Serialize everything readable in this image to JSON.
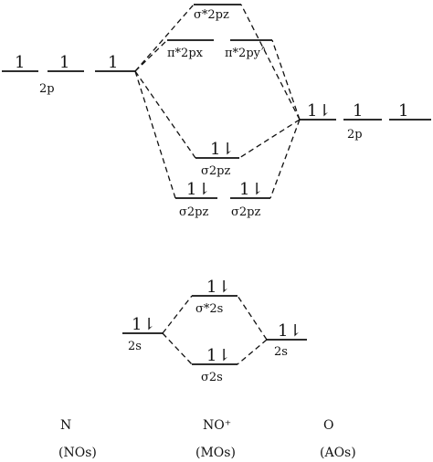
{
  "left_atom": {
    "p_labels": [
      "2p"
    ],
    "p_electrons": [
      "1",
      "1",
      "1"
    ],
    "s_label": "2s",
    "s_electrons": "1⇂"
  },
  "right_atom": {
    "p_label": "2p",
    "p_electrons": [
      "1⇂",
      "1",
      "1"
    ],
    "s_label": "2s",
    "s_electrons": "1⇂"
  },
  "molecular_orbitals": {
    "sigma_star_2pz": {
      "label": "σ*2pz",
      "electrons": ""
    },
    "pi_star_2px": {
      "label": "π*2px",
      "electrons": ""
    },
    "pi_star_2py": {
      "label": "π*2py˄",
      "electrons": ""
    },
    "sigma_2pz": {
      "label": "σ2pz",
      "electrons": "1⇂"
    },
    "pi_2p_left": {
      "label": "σ2pz",
      "electrons": "1⇂"
    },
    "pi_2p_right": {
      "label": "σ2pz",
      "electrons": "1⇂"
    },
    "sigma_star_2s": {
      "label": "σ*2s",
      "electrons": "1⇂"
    },
    "sigma_2s": {
      "label": "σ2s",
      "electrons": "1⇂"
    }
  },
  "footer": {
    "columns": [
      {
        "species": "N",
        "kind": "(NOs)"
      },
      {
        "species": "NO⁺",
        "kind": "(MOs)"
      },
      {
        "species": "O",
        "kind": "(AOs)"
      }
    ]
  }
}
